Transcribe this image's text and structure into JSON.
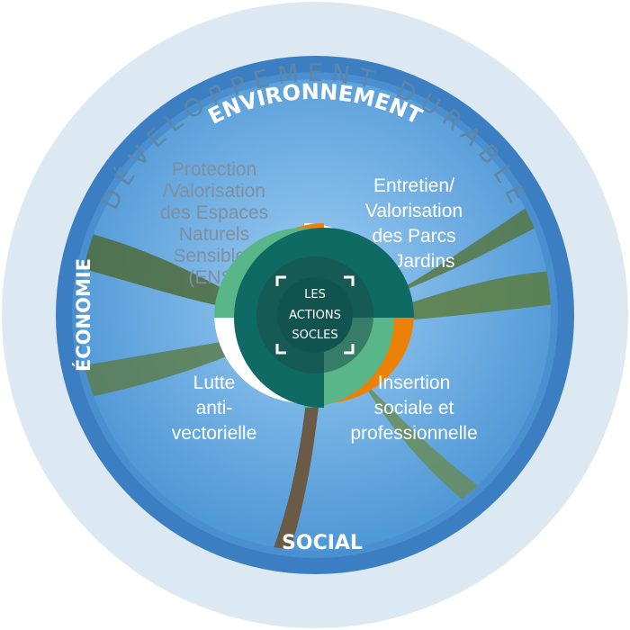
{
  "outer_title": "DÉVELOPPEMENT DURABLE",
  "ring_labels": {
    "top": "ENVIRONNEMENT",
    "left": "ÉCONOMIE",
    "bottom": "SOCIAL"
  },
  "center": {
    "lines": [
      "LES",
      "ACTIONS",
      "SOCLES"
    ]
  },
  "petals": [
    {
      "id": "ens",
      "lines": [
        "Protection",
        "/Valorisation",
        "des Espaces",
        "Naturels",
        "Sensibles",
        "(ENS)"
      ],
      "fill": "#ffffff",
      "text_color": "#7f8fa0"
    },
    {
      "id": "parcs",
      "lines": [
        "Entretien/",
        "Valorisation",
        "des Parcs",
        "et Jardins"
      ],
      "fill": "#ec8108",
      "text_color": "#ffffff"
    },
    {
      "id": "vector",
      "lines": [
        "Lutte",
        "anti-",
        "vectorielle"
      ],
      "fill": "#58b689",
      "text_color": "#ffffff"
    },
    {
      "id": "insertion",
      "lines": [
        "Insertion",
        "sociale et",
        "professionnelle"
      ],
      "fill": "#0f6a64",
      "text_color": "#ffffff"
    }
  ],
  "colors": {
    "outer_ring": "#dce9f3",
    "blue_ring": "#3b7fc2",
    "arc_text": "#5f86a6",
    "sky": "#63a9e2",
    "center_disc": "#11534f"
  }
}
